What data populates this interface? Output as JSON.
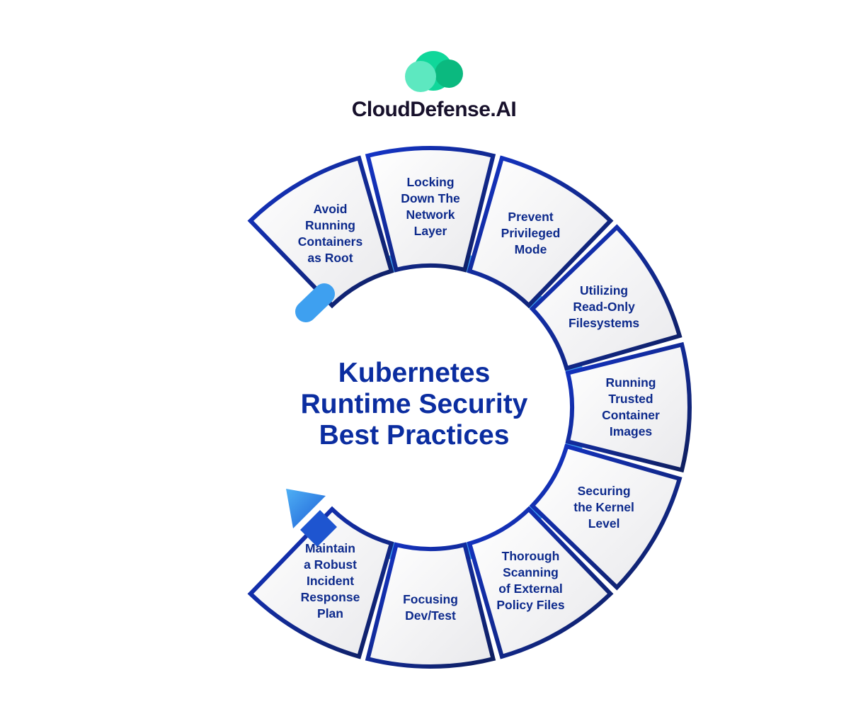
{
  "brand": {
    "name": "CloudDefense.AI"
  },
  "title": "Kubernetes\nRuntime Security\nBest Practices",
  "segments": [
    {
      "label": "Avoid\nRunning\nContainers\nas Root"
    },
    {
      "label": "Locking\nDown The\nNetwork\nLayer"
    },
    {
      "label": "Prevent\nPrivileged\nMode"
    },
    {
      "label": "Utilizing\nRead-Only\nFilesystems"
    },
    {
      "label": "Running\nTrusted\nContainer\nImages"
    },
    {
      "label": "Securing\nthe Kernel\nLevel"
    },
    {
      "label": "Thorough\nScanning\nof External\nPolicy Files"
    },
    {
      "label": "Focusing\nDev/Test"
    },
    {
      "label": "Maintain\na Robust\nIncident\nResponse\nPlan"
    }
  ],
  "colors": {
    "navy": "#0f1f6e",
    "blue": "#1a3bc9",
    "connector": "#3ea0f0",
    "logo_green": "#10d79a",
    "title": "#0b2da0"
  }
}
